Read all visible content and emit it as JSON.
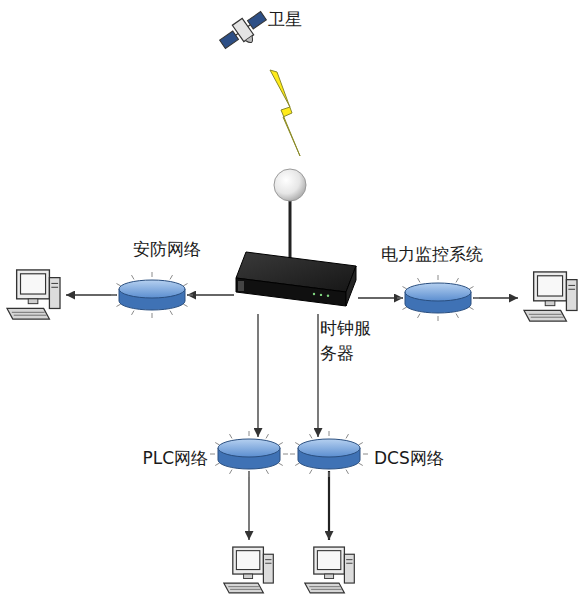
{
  "diagram": {
    "nodes": [
      {
        "text": [
          "卫星"
        ]
      },
      {
        "text": [
          "时钟服务器"
        ]
      },
      {
        "text": [
          "安防网络"
        ]
      },
      {
        "text": [
          "电力监控系统"
        ]
      },
      {
        "text": [
          "PLC网络"
        ]
      },
      {
        "text": [
          "DCS网络"
        ]
      }
    ],
    "edges": [
      {
        "from": 1,
        "to": 2,
        "arrow": "to"
      },
      {
        "from": 1,
        "to": 3,
        "arrow": "to"
      },
      {
        "from": 1,
        "to": 4,
        "arrow": "to"
      },
      {
        "from": 1,
        "to": 5,
        "arrow": "to"
      }
    ]
  }
}
